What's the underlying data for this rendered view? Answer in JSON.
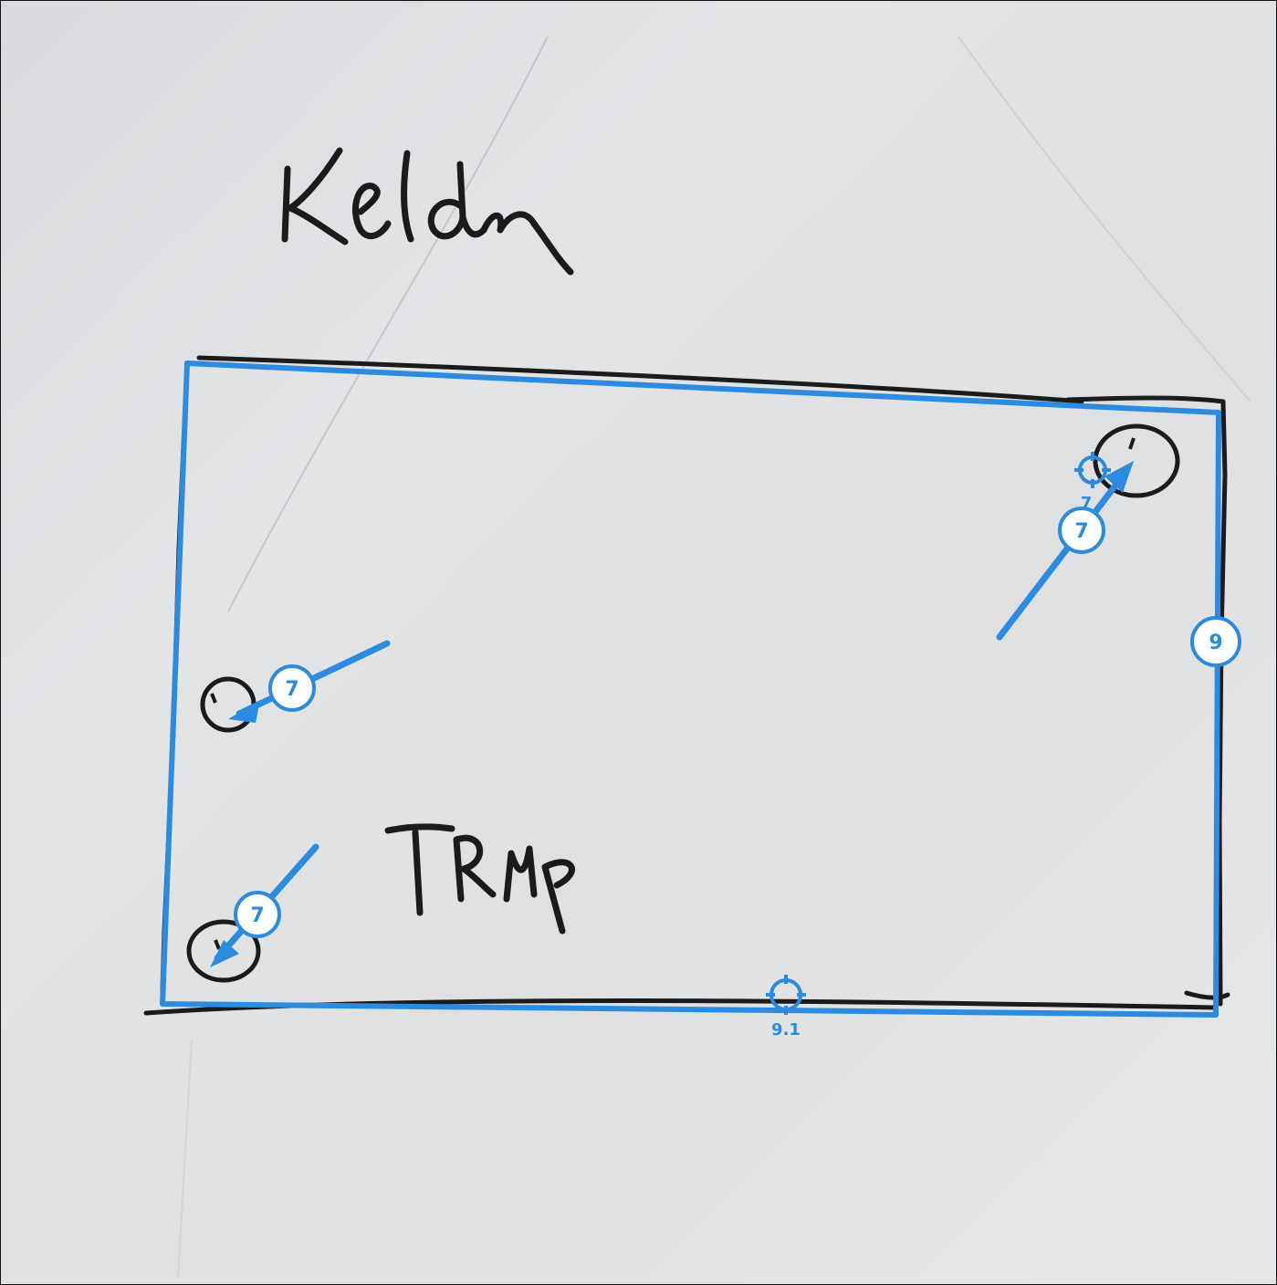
{
  "handwritten": {
    "title": "Keldey",
    "room_label": "TRMP"
  },
  "annotations": {
    "accent_color": "#2b8be0",
    "badges": [
      {
        "id": "badge-top-right",
        "label": "7"
      },
      {
        "id": "badge-left-middle",
        "label": "7"
      },
      {
        "id": "badge-left-bottom",
        "label": "7"
      },
      {
        "id": "badge-right-edge",
        "label": "9"
      }
    ],
    "markers": [
      {
        "id": "marker-top-right",
        "label": "7"
      },
      {
        "id": "marker-bottom-edge",
        "label": "9.1"
      }
    ]
  }
}
